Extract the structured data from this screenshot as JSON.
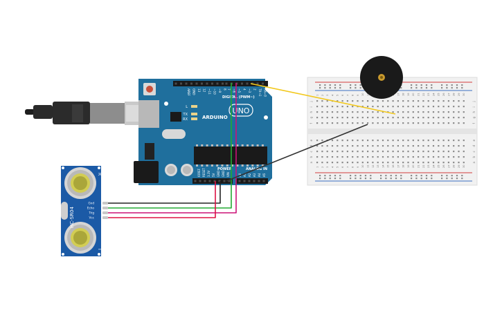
{
  "components": {
    "arduino": {
      "brand": "ARDUINO",
      "model": "UNO",
      "digital_label": "DIGITAL (PWM~)",
      "power_label": "POWER",
      "analog_label": "ANALOG IN",
      "top_pins": [
        "AREF",
        "GND",
        "13",
        "12",
        "~11",
        "~10",
        "~9",
        "8",
        "7",
        "~6",
        "~5",
        "4",
        "~3",
        "2",
        "TX→1",
        "RX←0"
      ],
      "led_labels": [
        "L",
        "TX",
        "RX"
      ],
      "power_pins": [
        "IOREF",
        "RESET",
        "3.3V",
        "5V",
        "GND",
        "GND",
        "VIN"
      ],
      "analog_pins": [
        "A0",
        "A1",
        "A2",
        "A3",
        "A4",
        "A5"
      ]
    },
    "sensor": {
      "model": "HC-SR04",
      "pins": [
        "Gnd",
        "Echo",
        "Trig",
        "Vcc"
      ],
      "side_labels": [
        "R",
        "T"
      ]
    },
    "breadboard": {
      "row_letters_top": [
        "j",
        "i",
        "h",
        "g",
        "f"
      ],
      "row_letters_bottom": [
        "e",
        "d",
        "c",
        "b",
        "a"
      ],
      "column_numbers": [
        "1",
        "2",
        "3",
        "4",
        "5",
        "6",
        "7",
        "8",
        "9",
        "10",
        "11",
        "12",
        "13",
        "14",
        "15",
        "16",
        "17",
        "18",
        "19",
        "20",
        "21",
        "22",
        "23",
        "24",
        "25",
        "26",
        "27",
        "28",
        "29",
        "30"
      ]
    },
    "buzzer": {}
  },
  "wires": [
    {
      "name": "gnd-wire",
      "color": "#222222"
    },
    {
      "name": "echo-wire",
      "color": "#22aa33"
    },
    {
      "name": "trig-wire",
      "color": "#cc1177"
    },
    {
      "name": "vcc-wire",
      "color": "#dd1144"
    },
    {
      "name": "buzzer-signal-wire",
      "color": "#f2c81c"
    },
    {
      "name": "buzzer-gnd-wire",
      "color": "#333333"
    }
  ],
  "colors": {
    "board_blue": "#1f6f9d",
    "sensor_blue": "#1b5aa6",
    "breadboard": "#f1f1f1",
    "rail_red": "#d33c3c",
    "rail_blue": "#3a6fc1"
  }
}
